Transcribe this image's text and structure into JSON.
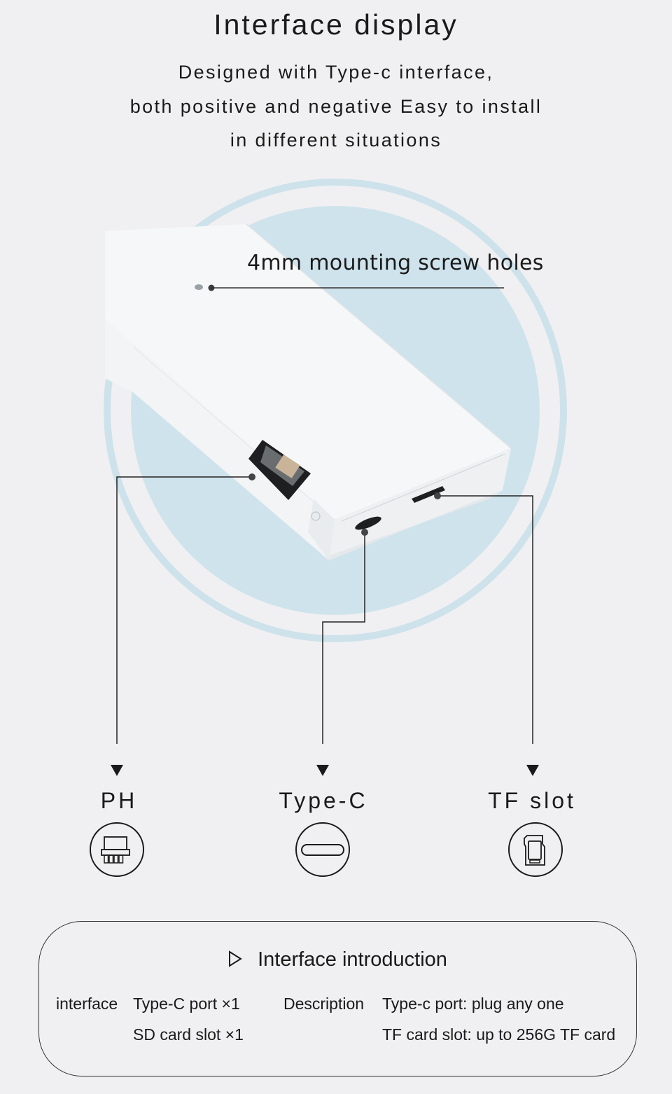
{
  "header": {
    "title": "Interface display",
    "subtitle_lines": [
      "Designed with Type-c interface,",
      "both positive and negative Easy to install",
      "in different situations"
    ]
  },
  "colors": {
    "background": "#f0f0f2",
    "circle_ring": "#cde2eb",
    "circle_fill": "#cfe3ec",
    "device_body": "#fafbfc",
    "line": "#1a1a1a"
  },
  "diagram": {
    "annotation": "4mm mounting screw holes",
    "ports": [
      {
        "label": "PH",
        "icon": "ph-connector-icon"
      },
      {
        "label": "Type-C",
        "icon": "usb-type-c-icon"
      },
      {
        "label": "TF slot",
        "icon": "sd-card-icon"
      }
    ]
  },
  "intro": {
    "title": "Interface introduction",
    "title_icon": "play-triangle-outline-icon",
    "interface_label": "interface",
    "interface_items": [
      "Type-C port ×1",
      "SD card slot ×1"
    ],
    "description_label": "Description",
    "description_items": [
      "Type-c port: plug any one",
      "TF card slot: up to 256G TF card"
    ]
  }
}
